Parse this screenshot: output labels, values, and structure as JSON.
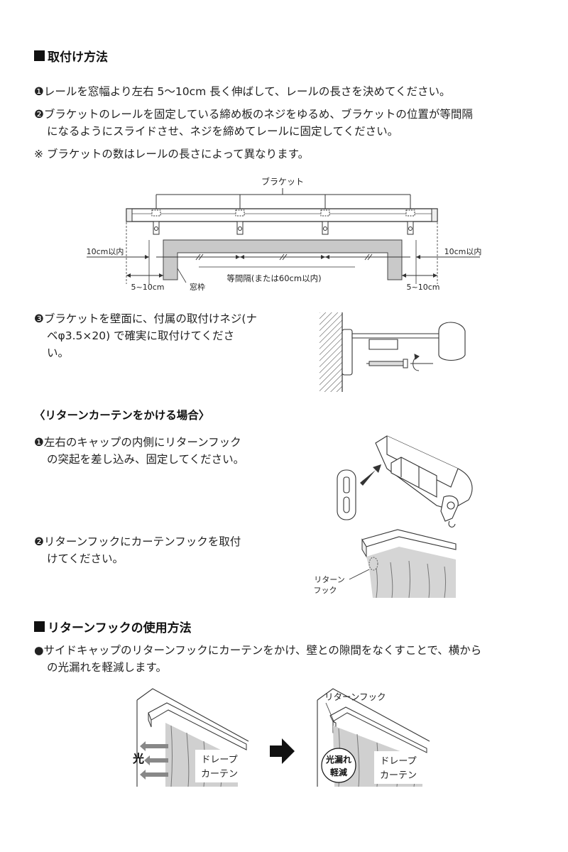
{
  "section1": {
    "title": "取付け方法",
    "step1": "❶レールを窓幅より左右 5～10cm 長く伸ばして、レールの長さを決めてください。",
    "step2_line1": "❷ブラケットのレールを固定している締め板のネジをゆるめ、ブラケットの位置が等間隔",
    "step2_line2": "になるようにスライドさせ、ネジを締めてレールに固定してください。",
    "note": "※ ブラケットの数はレールの長さによって異なります。"
  },
  "diagram1": {
    "bracket_label": "ブラケット",
    "left_limit": "10cm以内",
    "right_limit": "10cm以内",
    "left_range": "5~10cm",
    "right_range": "5~10cm",
    "frame_label": "窓枠",
    "interval_label": "等間隔(または60cm以内)"
  },
  "step3": {
    "line1": "❸ブラケットを壁面に、付属の取付けネジ(ナ",
    "line2": "ベφ3.5×20) で確実に取付けてくださ",
    "line3": "い。"
  },
  "section2": {
    "title": "〈リターンカーテンをかける場合〉",
    "step1_line1": "❶左右のキャップの内側にリターンフック",
    "step1_line2": "の突起を差し込み、固定してください。",
    "step2_line1": "❷リターンフックにカーテンフックを取付",
    "step2_line2": "けてください。",
    "hook_label_line1": "リターン",
    "hook_label_line2": "フック"
  },
  "section3": {
    "title": "リターンフックの使用方法",
    "desc_line1": "●サイドキャップのリターンフックにカーテンをかけ、壁との隙間をなくすことで、横から",
    "desc_line2": "の光漏れを軽減します。",
    "light_label": "光",
    "drape_left_line1": "ドレープ",
    "drape_left_line2": "カーテン",
    "return_hook_label": "リターンフック",
    "reduce_line1": "光漏れ",
    "reduce_line2": "軽減",
    "drape_right_line1": "ドレープ",
    "drape_right_line2": "カーテン"
  }
}
